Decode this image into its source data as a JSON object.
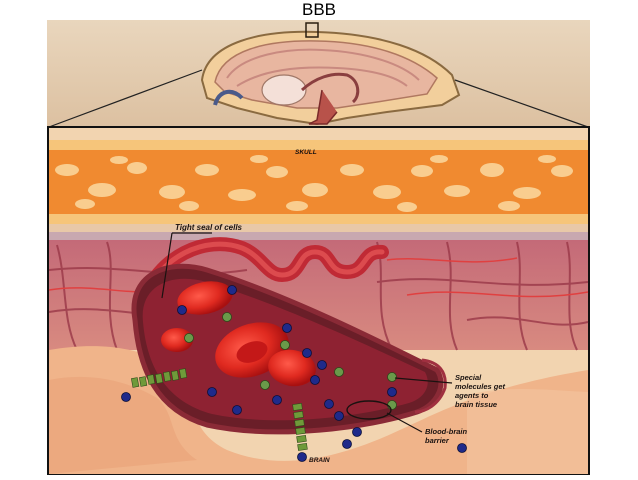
{
  "slide": {
    "title": "BBB"
  },
  "figure": {
    "skull_label": "SKULL",
    "tight_seal_label": "Tight seal of cells",
    "special_molecules_label": [
      "Special",
      "molecules get",
      "agents to",
      "brain tissue"
    ],
    "bbb_label": [
      "Blood-brain",
      "barrier"
    ],
    "brain_label": "BRAIN"
  },
  "colors": {
    "skull_orange": "#e88a3c",
    "blood_red": "#d92222",
    "vessel_pink": "#a8586a",
    "tissue": "#f0b090",
    "molecule_blue": "#1f2a8a",
    "molecule_green": "#5a8a3a"
  }
}
